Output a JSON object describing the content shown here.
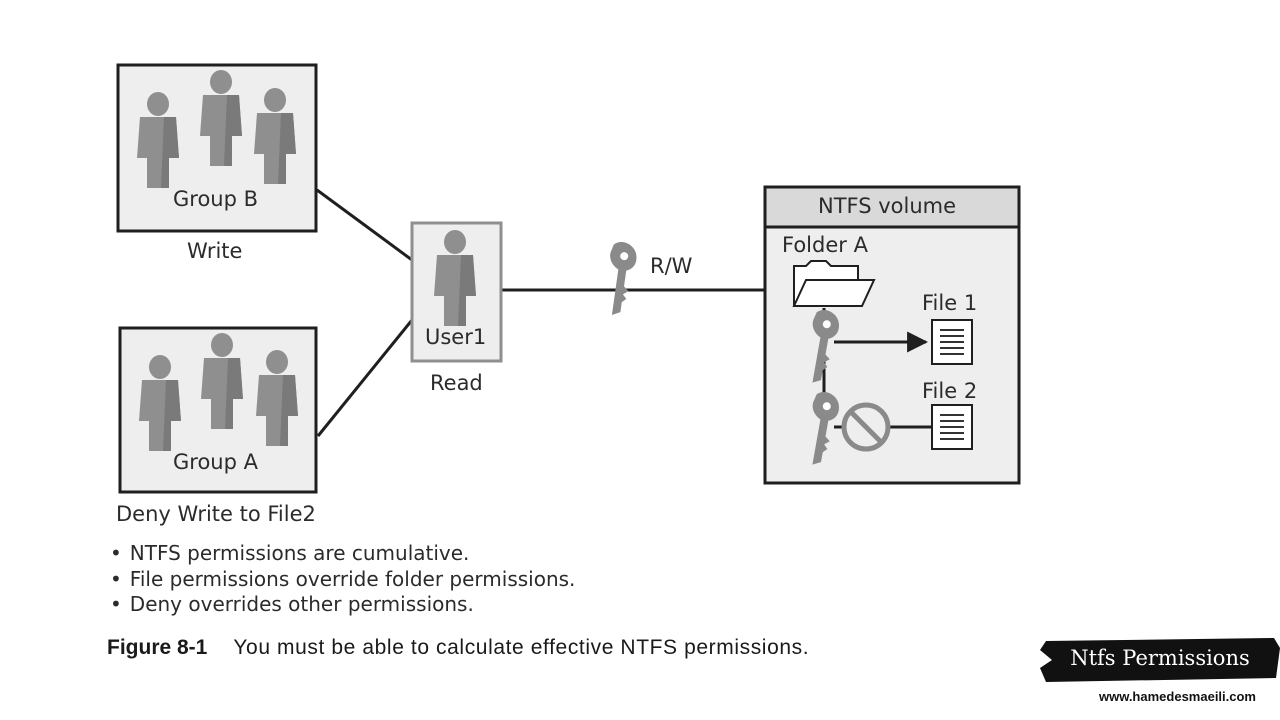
{
  "groups": {
    "group_b": {
      "name": "Group B",
      "permission": "Write"
    },
    "group_a": {
      "name": "Group A",
      "permission": "Deny Write to File2"
    }
  },
  "user": {
    "name": "User1",
    "permission": "Read"
  },
  "key_label": "R/W",
  "volume": {
    "title": "NTFS volume",
    "folder": "Folder A",
    "files": [
      "File 1",
      "File 2"
    ]
  },
  "bullets": [
    "NTFS permissions are cumulative.",
    "File permissions override folder permissions.",
    "Deny overrides other permissions."
  ],
  "caption": {
    "figure": "Figure 8-1",
    "text": "You must be able to calculate effective NTFS permissions."
  },
  "brand": {
    "title": "Ntfs Permissions",
    "website": "www.hamedesmaeili.com"
  },
  "colors": {
    "box_fill": "#eeeeee",
    "box_stroke": "#1f1f1f",
    "user_fill": "#8f8f8f",
    "header_fill": "#d9d9d9",
    "key_fill": "#8a8a8a",
    "brand_bg": "#111111"
  }
}
